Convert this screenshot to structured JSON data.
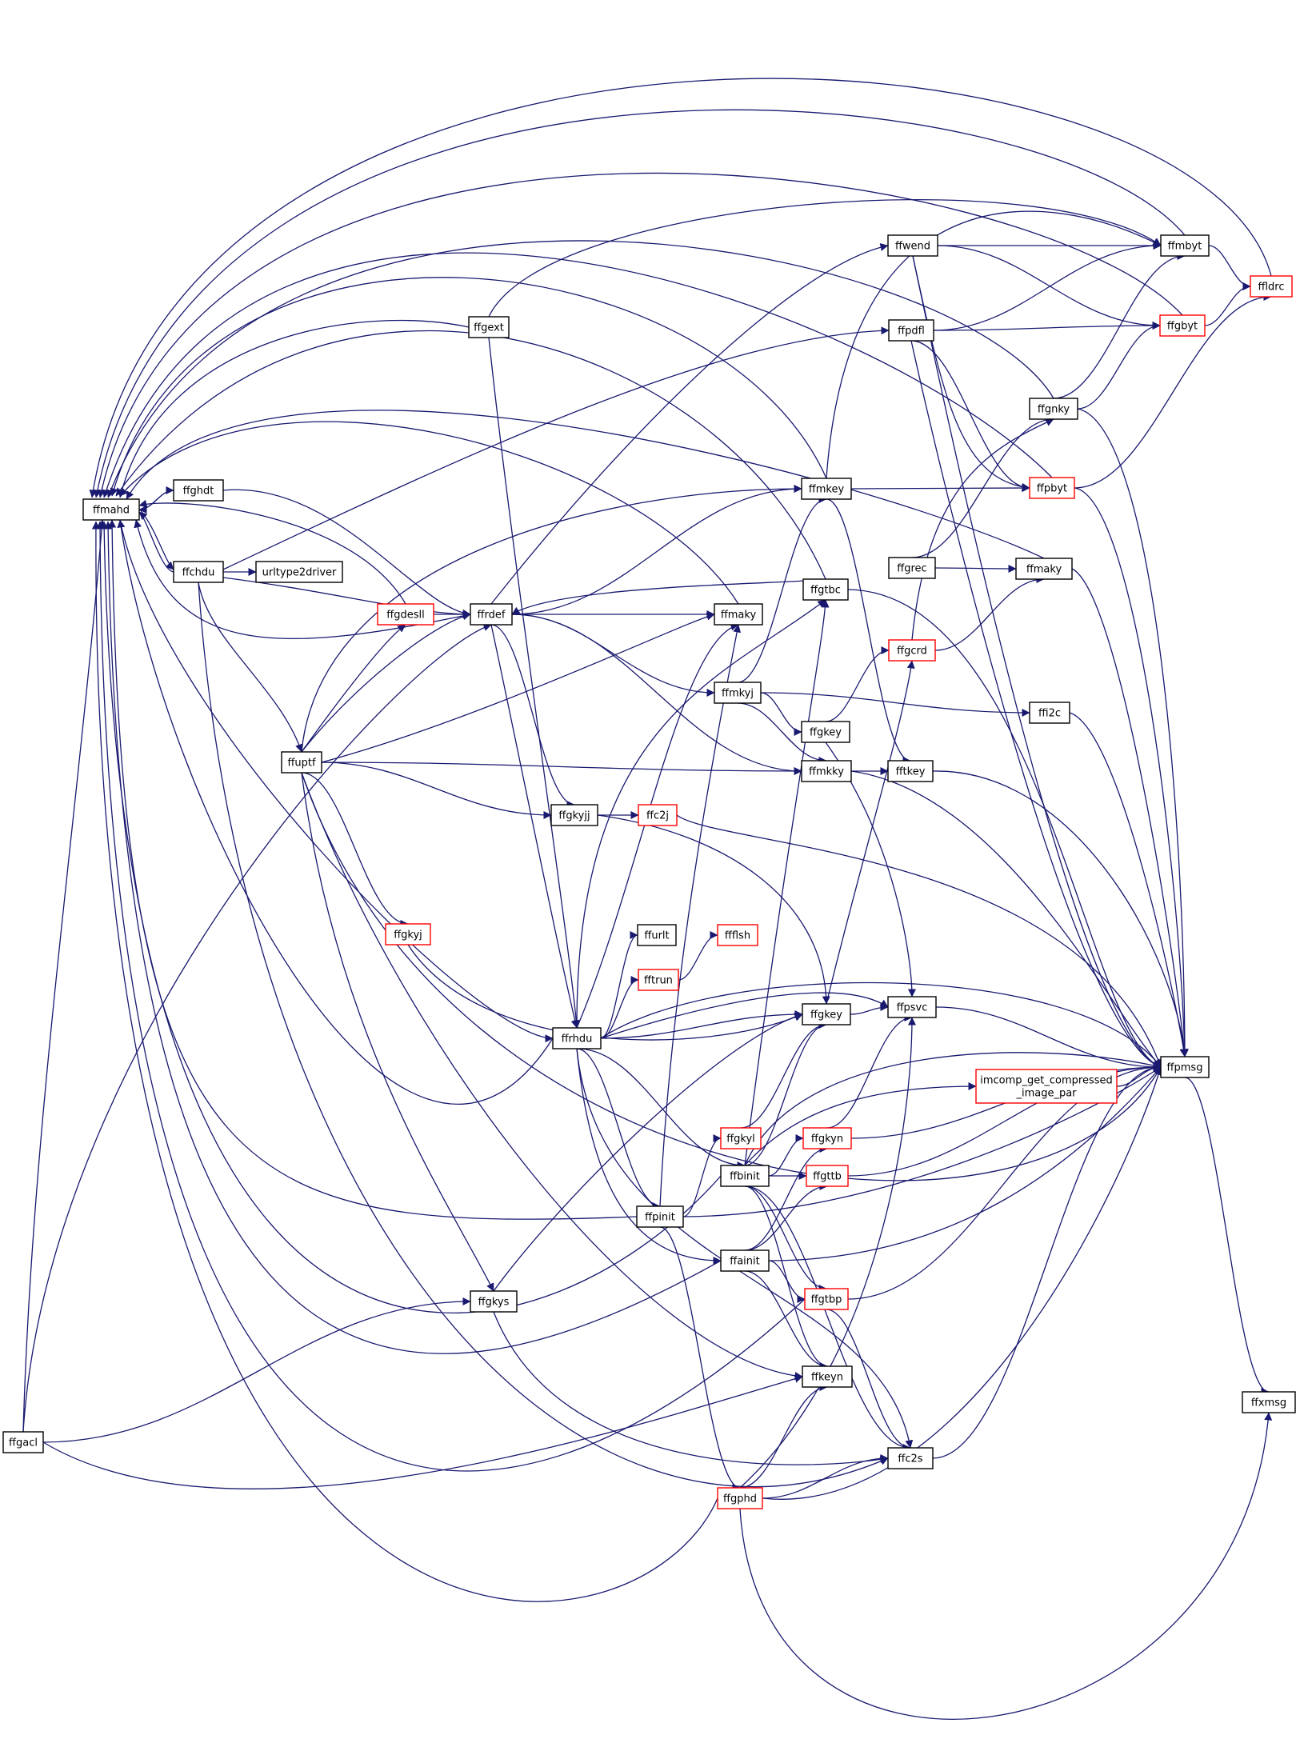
{
  "colors": {
    "edge": "#191970",
    "node_border": "#000000",
    "node_border_truncated": "#ff0000",
    "node_fill": "#ffffff",
    "root_fill": "#bfbfbf"
  },
  "nodes": [
    {
      "id": "ffgacl",
      "label": "ffgacl",
      "kind": "root"
    },
    {
      "id": "ffmahd",
      "label": "ffmahd",
      "kind": "normal"
    },
    {
      "id": "ffghdt",
      "label": "ffghdt",
      "kind": "normal"
    },
    {
      "id": "ffchdu",
      "label": "ffchdu",
      "kind": "normal"
    },
    {
      "id": "urltype2driver",
      "label": "urltype2driver",
      "kind": "normal"
    },
    {
      "id": "ffuptf",
      "label": "ffuptf",
      "kind": "normal"
    },
    {
      "id": "ffgext",
      "label": "ffgext",
      "kind": "normal"
    },
    {
      "id": "ffgdesll",
      "label": "ffgdesll",
      "kind": "truncated"
    },
    {
      "id": "ffrdef",
      "label": "ffrdef",
      "kind": "normal"
    },
    {
      "id": "ffmaky_mid",
      "label": "ffmaky",
      "kind": "normal"
    },
    {
      "id": "ffmkyj",
      "label": "ffmkyj",
      "kind": "normal"
    },
    {
      "id": "ffgkyjj",
      "label": "ffgkyjj",
      "kind": "normal"
    },
    {
      "id": "ffc2j",
      "label": "ffc2j",
      "kind": "truncated"
    },
    {
      "id": "ffgkyj",
      "label": "ffgkyj",
      "kind": "truncated"
    },
    {
      "id": "ffurlt",
      "label": "ffurlt",
      "kind": "normal"
    },
    {
      "id": "ffflsh",
      "label": "ffflsh",
      "kind": "truncated"
    },
    {
      "id": "fftrun",
      "label": "fftrun",
      "kind": "truncated"
    },
    {
      "id": "ffrhdu",
      "label": "ffrhdu",
      "kind": "normal"
    },
    {
      "id": "ffgkyl",
      "label": "ffgkyl",
      "kind": "truncated"
    },
    {
      "id": "ffbinit",
      "label": "ffbinit",
      "kind": "normal"
    },
    {
      "id": "ffpinit",
      "label": "ffpinit",
      "kind": "normal"
    },
    {
      "id": "ffainit",
      "label": "ffainit",
      "kind": "normal"
    },
    {
      "id": "ffgkys",
      "label": "ffgkys",
      "kind": "normal"
    },
    {
      "id": "ffgphd",
      "label": "ffgphd",
      "kind": "truncated"
    },
    {
      "id": "ffwend",
      "label": "ffwend",
      "kind": "normal"
    },
    {
      "id": "ffpdfl",
      "label": "ffpdfl",
      "kind": "normal"
    },
    {
      "id": "ffmkey",
      "label": "ffmkey",
      "kind": "normal"
    },
    {
      "id": "ffgtbc",
      "label": "ffgtbc",
      "kind": "normal"
    },
    {
      "id": "ffgrec",
      "label": "ffgrec",
      "kind": "normal"
    },
    {
      "id": "ffgcrd",
      "label": "ffgcrd",
      "kind": "truncated"
    },
    {
      "id": "ffgkey_top",
      "label": "ffgkey",
      "kind": "normal"
    },
    {
      "id": "ffmkky",
      "label": "ffmkky",
      "kind": "normal"
    },
    {
      "id": "fftkey",
      "label": "fftkey",
      "kind": "normal"
    },
    {
      "id": "ffgkey_mid",
      "label": "ffgkey",
      "kind": "normal"
    },
    {
      "id": "ffpsvc",
      "label": "ffpsvc",
      "kind": "normal"
    },
    {
      "id": "imcomp",
      "label": "imcomp_get_compressed\n_image_par",
      "kind": "truncated"
    },
    {
      "id": "ffgkyn",
      "label": "ffgkyn",
      "kind": "truncated"
    },
    {
      "id": "ffgttb",
      "label": "ffgttb",
      "kind": "truncated"
    },
    {
      "id": "ffgtbp",
      "label": "ffgtbp",
      "kind": "truncated"
    },
    {
      "id": "ffkeyn",
      "label": "ffkeyn",
      "kind": "normal"
    },
    {
      "id": "ffc2s",
      "label": "ffc2s",
      "kind": "normal"
    },
    {
      "id": "ffmbyt",
      "label": "ffmbyt",
      "kind": "normal"
    },
    {
      "id": "ffgbyt",
      "label": "ffgbyt",
      "kind": "truncated"
    },
    {
      "id": "ffgnky",
      "label": "ffgnky",
      "kind": "normal"
    },
    {
      "id": "ffpbyt",
      "label": "ffpbyt",
      "kind": "truncated"
    },
    {
      "id": "ffmaky_right",
      "label": "ffmaky",
      "kind": "normal"
    },
    {
      "id": "ffi2c",
      "label": "ffi2c",
      "kind": "normal"
    },
    {
      "id": "ffldrc",
      "label": "ffldrc",
      "kind": "truncated"
    },
    {
      "id": "ffpmsg",
      "label": "ffpmsg",
      "kind": "normal"
    },
    {
      "id": "ffxmsg",
      "label": "ffxmsg",
      "kind": "normal"
    }
  ]
}
